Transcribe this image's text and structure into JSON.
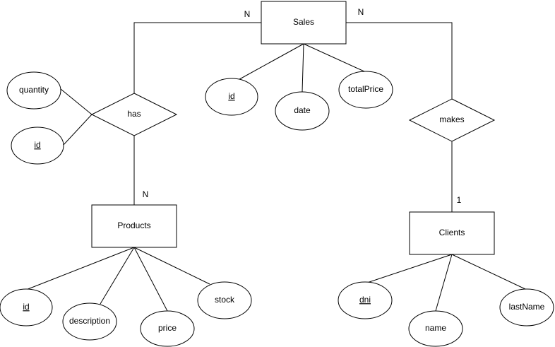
{
  "entities": {
    "sales": "Sales",
    "products": "Products",
    "clients": "Clients"
  },
  "relationships": {
    "has": "has",
    "makes": "makes"
  },
  "attributes": {
    "has_quantity": "quantity",
    "has_id": "id",
    "sales_id": "id",
    "sales_date": "date",
    "sales_totalprice": "totalPrice",
    "products_id": "id",
    "products_description": "description",
    "products_price": "price",
    "products_stock": "stock",
    "clients_dni": "dni",
    "clients_name": "name",
    "clients_lastname": "lastName"
  },
  "cardinalities": {
    "sales_has": "N",
    "sales_makes": "N",
    "has_products": "N",
    "makes_clients": "1"
  }
}
